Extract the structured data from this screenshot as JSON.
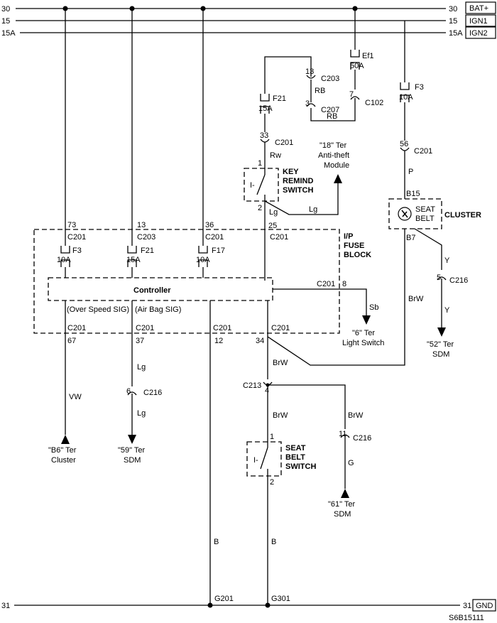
{
  "buses": {
    "bat_left": "30",
    "bat_right": "30",
    "bat_tag": "BAT+",
    "ign1_left": "15",
    "ign1_right": "15",
    "ign1_tag": "IGN1",
    "ign2_left": "15A",
    "ign2_right": "15A",
    "ign2_tag": "IGN2",
    "gnd_left": "31",
    "gnd_right": "31",
    "gnd_tag": "GND"
  },
  "top_fuses": {
    "ef1_name": "Ef1",
    "ef1_rating": "50A",
    "f21_name": "F21",
    "f21_rating": "15A",
    "f3_name": "F3",
    "f3_rating": "10A"
  },
  "connectors": {
    "c203_top_pin": "13",
    "c203_top_name": "C203",
    "c207_pin": "3",
    "c207_name": "C207",
    "c102_pin": "7",
    "c102_name": "C102",
    "c201_key_pin": "33",
    "c201_key_name": "C201",
    "c201_cl_pin": "56",
    "c201_cl_name": "C201",
    "c216_y_pin": "5",
    "c216_y_name": "C216",
    "c216_lg_pin": "6",
    "c216_lg_name": "C216",
    "c216_g_pin": "11",
    "c216_g_name": "C216",
    "c213_pin": "4",
    "c213_name": "C213"
  },
  "wires": {
    "rb1": "RB",
    "rb2": "RB",
    "rw": "Rw",
    "lg1": "Lg",
    "lg2": "Lg",
    "p": "P",
    "y1": "Y",
    "y2": "Y",
    "sb": "Sb",
    "brw1": "BrW",
    "brw2": "BrW",
    "brw3": "BrW",
    "brw4": "BrW",
    "vw": "VW",
    "lg3": "Lg",
    "lg4": "Lg",
    "g": "G",
    "b1": "B",
    "b2": "B"
  },
  "key_switch": {
    "pin_top": "1",
    "pin_bottom": "2",
    "pin_25": "25",
    "c201": "C201",
    "label1": "KEY",
    "label2": "REMIND",
    "label3": "SWITCH"
  },
  "antitheft": {
    "line1": "\"18\" Ter",
    "line2": "Anti-theft",
    "line3": "Module"
  },
  "cluster": {
    "pin_b15": "B15",
    "pin_b7": "B7",
    "icon_line1": "SEAT",
    "icon_line2": "BELT",
    "label": "CLUSTER"
  },
  "fuse_block": {
    "label1": "I/P",
    "label2": "FUSE",
    "label3": "BLOCK",
    "controller": "Controller",
    "in1_pin": "73",
    "in1_conn": "C201",
    "in1_fuse": "F3",
    "in1_rating": "10A",
    "in2_pin": "13",
    "in2_conn": "C203",
    "in2_fuse": "F21",
    "in2_rating": "15A",
    "in3_pin": "36",
    "in3_conn": "C201",
    "in3_fuse": "F17",
    "in3_rating": "10A",
    "sb_conn": "C201",
    "sb_pin": "8",
    "sig1": "(Over Speed SIG)",
    "sig2": "(Air Bag SIG)",
    "out1_conn": "C201",
    "out1_pin": "67",
    "out2_conn": "C201",
    "out2_pin": "37",
    "out3_conn": "C201",
    "out3_pin": "12",
    "out4_conn": "C201",
    "out4_pin": "34"
  },
  "destinations": {
    "light_1": "\"6\" Ter",
    "light_2": "Light Switch",
    "sdm52_1": "\"52\" Ter",
    "sdm52_2": "SDM",
    "b6_1": "\"B6\" Ter",
    "b6_2": "Cluster",
    "sdm59_1": "\"59\" Ter",
    "sdm59_2": "SDM",
    "sdm61_1": "\"61\" Ter",
    "sdm61_2": "SDM"
  },
  "seat_switch": {
    "pin_top": "1",
    "pin_bottom": "2",
    "label1": "SEAT",
    "label2": "BELT",
    "label3": "SWITCH"
  },
  "grounds": {
    "g201": "G201",
    "g301": "G301"
  },
  "diagram_id": "S6B15111"
}
